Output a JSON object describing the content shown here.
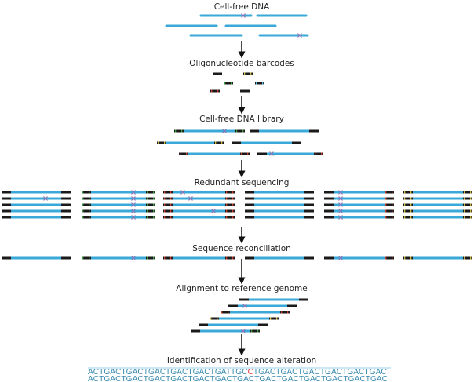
{
  "title": "Redundant sequencing workflow for cell-free DNA",
  "colors": {
    "strand": "#3aa8d8",
    "mutation": "#9b6fb0",
    "arrow": "#111111",
    "sequence_text": "#3a8bb0",
    "sequence_alteration": "#e03030",
    "barcode_black": "#1a1a1a",
    "barcode_green": "#3a9a3a",
    "barcode_red": "#c0392b",
    "barcode_yellow": "#c9b23a",
    "barcode_blue": "#4fb0d8"
  },
  "steps": [
    {
      "id": "cfdna",
      "label": "Cell-free DNA"
    },
    {
      "id": "barcodes",
      "label": "Oligonucleotide barcodes"
    },
    {
      "id": "library",
      "label": "Cell-free DNA library"
    },
    {
      "id": "redundant",
      "label": "Redundant sequencing"
    },
    {
      "id": "reconciliation",
      "label": "Sequence reconciliation"
    },
    {
      "id": "alignment",
      "label": "Alignment to reference genome"
    },
    {
      "id": "identification",
      "label": "Identification of sequence alteration"
    }
  ],
  "sequence": {
    "sample_prefix": "ACTGACTGACTGACTGACTGACTGATTGC",
    "sample_alteration": "C",
    "sample_suffix": "TGACTGACTGACTGACTGACTGAC",
    "reference": "ACTGACTGACTGACTGACTGACTGACTGACTGACTGACTGACTGACTGACTGAC"
  },
  "families": [
    {
      "barcode": "black",
      "mutation_read": 1
    },
    {
      "barcode": "green",
      "mutation_all": true
    },
    {
      "barcode": "red",
      "mutation_reads": [
        0,
        1,
        3
      ]
    },
    {
      "barcode": "black",
      "mutation_read": null
    },
    {
      "barcode": "red-black",
      "mutation_all": true
    },
    {
      "barcode": "yellow",
      "mutation_read": null
    }
  ]
}
